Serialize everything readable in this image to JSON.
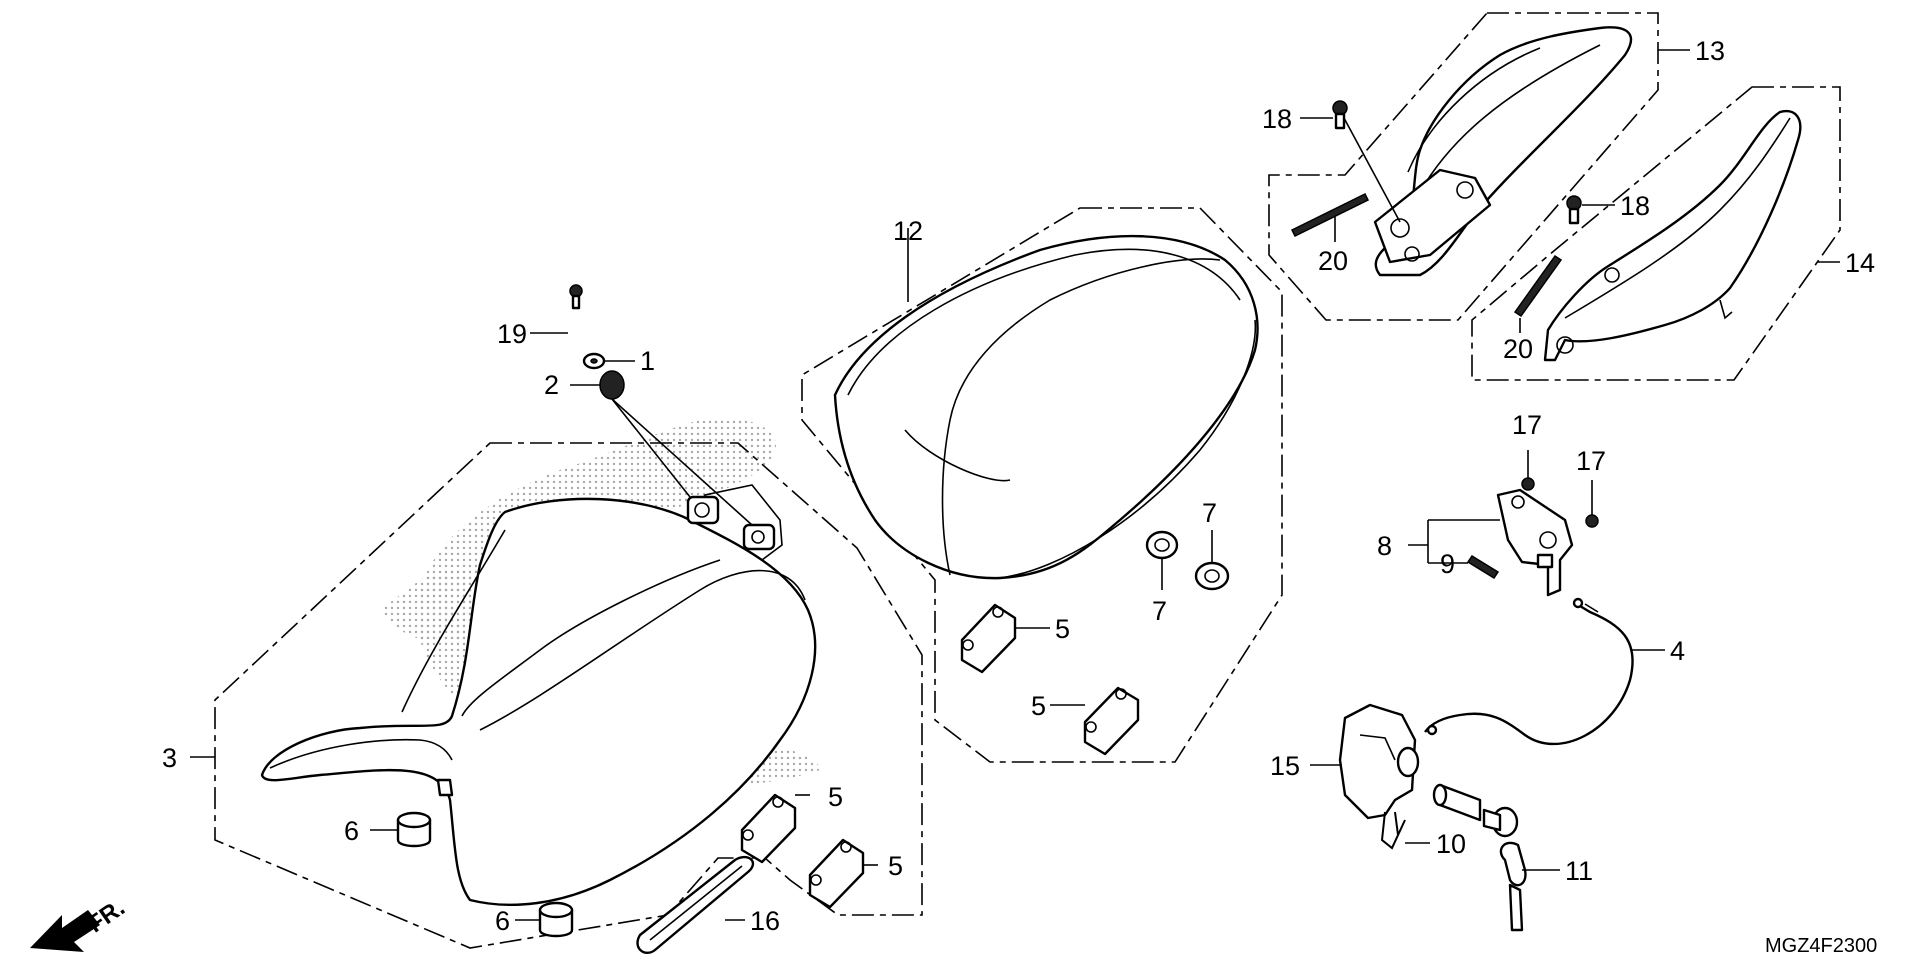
{
  "diagram": {
    "drawing_code": "MGZ4F2300",
    "front_indicator": "FR.",
    "callouts": [
      "1",
      "2",
      "3",
      "4",
      "5",
      "6",
      "7",
      "8",
      "9",
      "10",
      "11",
      "12",
      "13",
      "14",
      "15",
      "16",
      "17",
      "18",
      "19",
      "20"
    ]
  },
  "colors": {
    "line": "#000000",
    "background": "#ffffff",
    "stipple": "#bdbdbd"
  }
}
